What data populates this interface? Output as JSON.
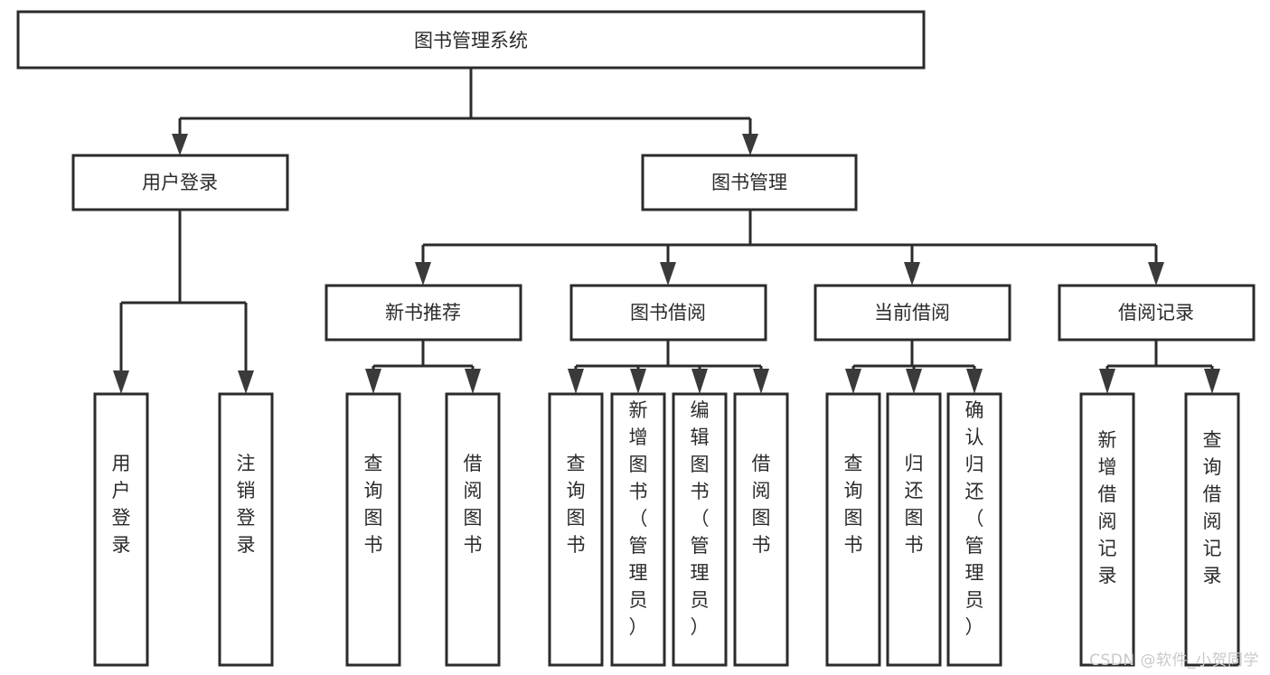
{
  "diagram": {
    "type": "tree-hierarchy-chart",
    "title": "图书管理系统",
    "background_color": "#ffffff",
    "line_color": "#2b2b2b",
    "box_fill": "#ffffff",
    "root": {
      "id": "root",
      "label": "图书管理系统"
    },
    "level1": [
      {
        "id": "user-login",
        "label": "用户登录"
      },
      {
        "id": "book-management",
        "label": "图书管理"
      }
    ],
    "level2": [
      {
        "id": "new-book-recommend",
        "label": "新书推荐",
        "parent": "book-management"
      },
      {
        "id": "book-borrow",
        "label": "图书借阅",
        "parent": "book-management"
      },
      {
        "id": "current-borrow",
        "label": "当前借阅",
        "parent": "book-management"
      },
      {
        "id": "borrow-record",
        "label": "借阅记录",
        "parent": "book-management"
      }
    ],
    "leaves": [
      {
        "id": "leaf-user-login",
        "label": "用户登录",
        "parent": "user-login"
      },
      {
        "id": "leaf-logout-login",
        "label": "注销登录",
        "parent": "user-login"
      },
      {
        "id": "leaf-query-book-1",
        "label": "查询图书",
        "parent": "new-book-recommend"
      },
      {
        "id": "leaf-borrow-book-1",
        "label": "借阅图书",
        "parent": "new-book-recommend"
      },
      {
        "id": "leaf-query-book-2",
        "label": "查询图书",
        "parent": "book-borrow"
      },
      {
        "id": "leaf-add-book",
        "label": "新增图书（管理员）",
        "parent": "book-borrow"
      },
      {
        "id": "leaf-edit-book",
        "label": "编辑图书（管理员）",
        "parent": "book-borrow"
      },
      {
        "id": "leaf-borrow-book-2",
        "label": "借阅图书",
        "parent": "book-borrow"
      },
      {
        "id": "leaf-query-book-3",
        "label": "查询图书",
        "parent": "current-borrow"
      },
      {
        "id": "leaf-return-book",
        "label": "归还图书",
        "parent": "current-borrow"
      },
      {
        "id": "leaf-confirm-return",
        "label": "确认归还（管理员）",
        "parent": "current-borrow"
      },
      {
        "id": "leaf-add-record",
        "label": "新增借阅记录",
        "parent": "borrow-record"
      },
      {
        "id": "leaf-query-record",
        "label": "查询借阅记录",
        "parent": "borrow-record"
      }
    ]
  },
  "watermark": {
    "text": "CSDN @软件_小贺同学"
  }
}
